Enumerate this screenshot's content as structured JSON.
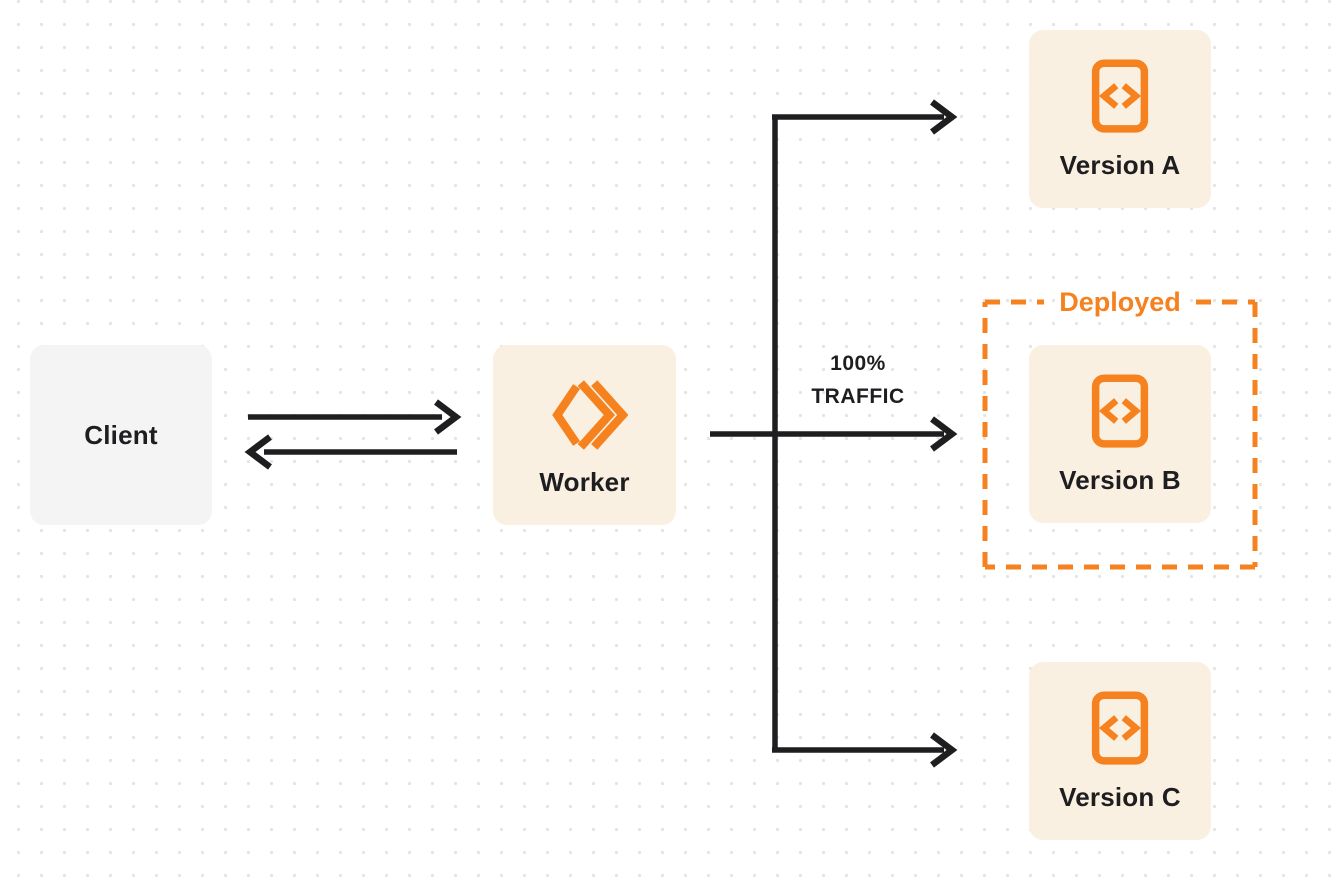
{
  "colors": {
    "accent_orange": "#F6821F",
    "node_bg": "#FAF0E1",
    "client_bg": "#F4F4F5",
    "ink": "#1E1E20",
    "dot_color": "#E4E4E7",
    "background": "#FFFFFF"
  },
  "client": {
    "label": "Client"
  },
  "worker": {
    "label": "Worker",
    "icon": "workers-double-chevron-icon"
  },
  "traffic": {
    "line1": "100%",
    "line2": "TRAFFIC"
  },
  "deployed": {
    "label": "Deployed",
    "applies_to": "Version B"
  },
  "versions": [
    {
      "label": "Version A",
      "icon": "code-file-icon"
    },
    {
      "label": "Version B",
      "icon": "code-file-icon"
    },
    {
      "label": "Version C",
      "icon": "code-file-icon"
    }
  ]
}
